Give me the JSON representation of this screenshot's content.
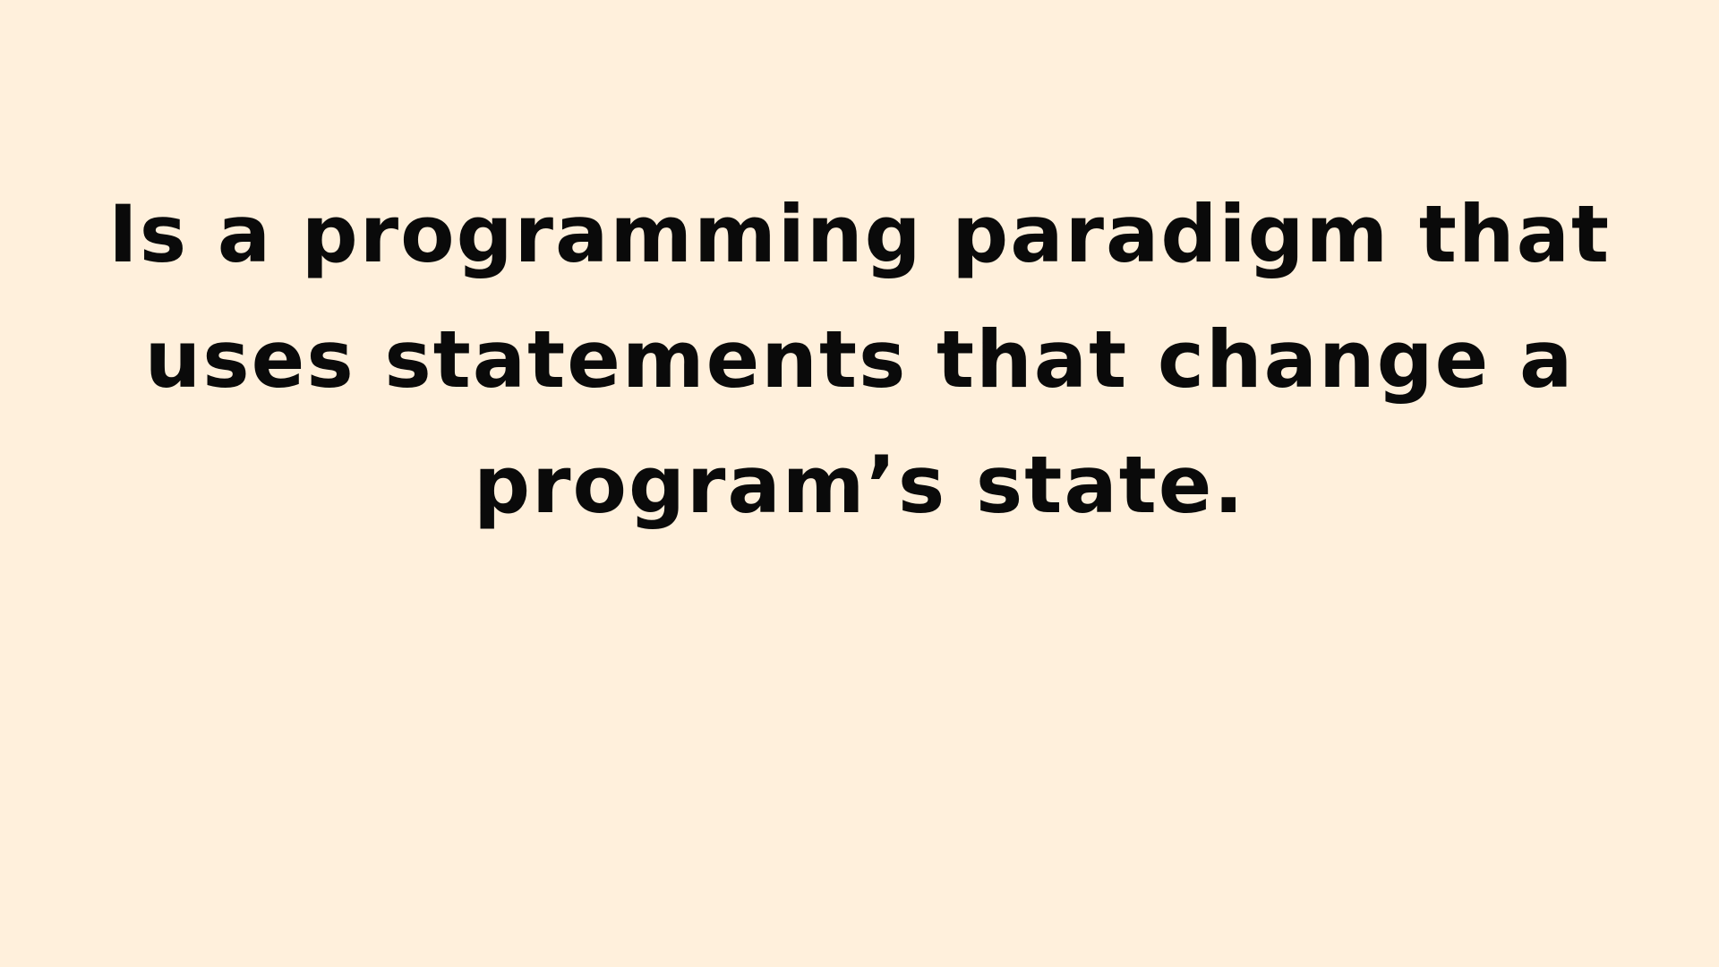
{
  "slide": {
    "background_color": "#fff0dc",
    "text_color": "#0a0a0a",
    "text_lines": [
      "Is a programming paradigm that",
      "uses statements that change a",
      "program’s state."
    ]
  }
}
